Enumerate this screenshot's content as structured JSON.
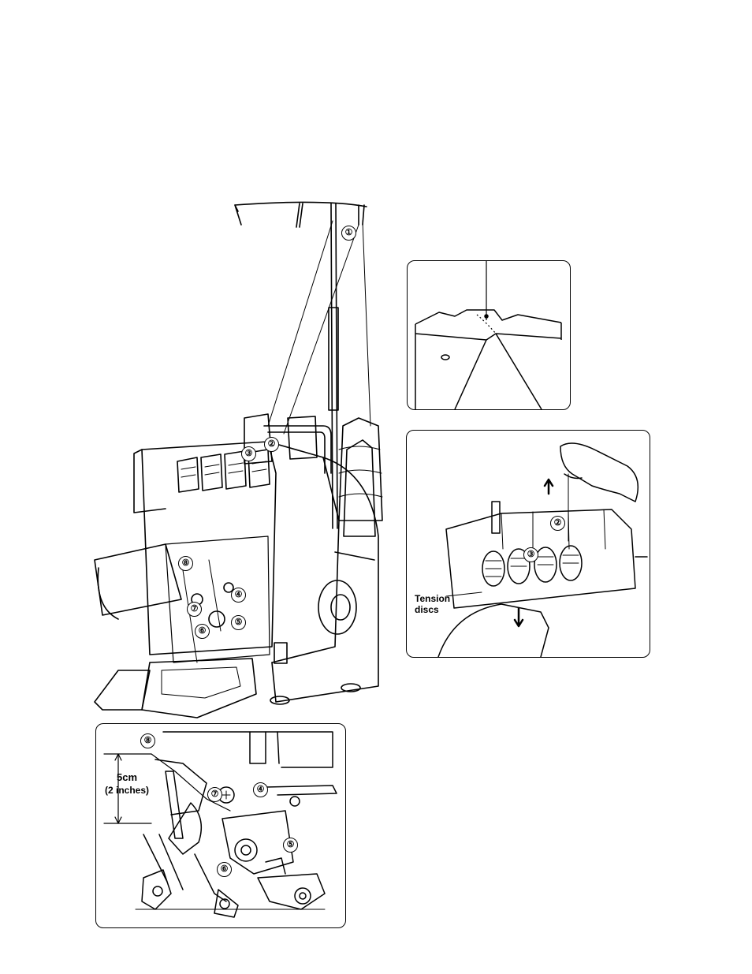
{
  "main_illustration": {
    "callouts": [
      "①",
      "②",
      "③",
      "④",
      "⑤",
      "⑥",
      "⑦",
      "⑧"
    ]
  },
  "tension_detail": {
    "callouts": [
      "②",
      "③"
    ],
    "label_line1": "Tension",
    "label_line2": "discs"
  },
  "thread_guide_detail": {
    "callouts": [
      "⑧",
      "⑦",
      "④",
      "⑤",
      "⑥"
    ],
    "dimension_metric": "5cm",
    "dimension_imperial": "(2 inches)"
  }
}
